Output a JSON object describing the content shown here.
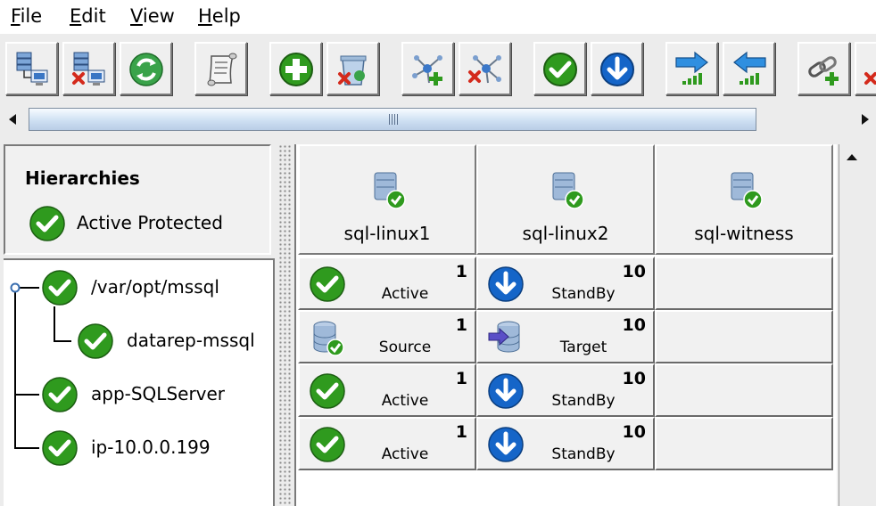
{
  "menu": {
    "file": {
      "u": "F",
      "rest": "ile"
    },
    "edit": {
      "u": "E",
      "rest": "dit"
    },
    "view": {
      "u": "V",
      "rest": "iew"
    },
    "help": {
      "u": "H",
      "rest": "elp"
    }
  },
  "toolbar": {
    "buttons": [
      {
        "name": "connect-server-button",
        "icon": "server-connect-icon"
      },
      {
        "name": "disconnect-server-button",
        "icon": "server-disconnect-icon"
      },
      {
        "name": "refresh-button",
        "icon": "refresh-recycle-icon"
      },
      {
        "name": "view-log-button",
        "icon": "scroll-log-icon"
      },
      {
        "name": "create-resource-button",
        "icon": "plus-circle-icon"
      },
      {
        "name": "delete-resource-button",
        "icon": "trash-delete-icon"
      },
      {
        "name": "extend-hierarchy-button",
        "icon": "molecule-add-icon"
      },
      {
        "name": "unextend-hierarchy-button",
        "icon": "molecule-remove-icon"
      },
      {
        "name": "in-service-button",
        "icon": "check-circle-icon"
      },
      {
        "name": "out-of-service-button",
        "icon": "arrow-down-circle-icon"
      },
      {
        "name": "increase-priority-button",
        "icon": "arrow-right-signal-icon"
      },
      {
        "name": "decrease-priority-button",
        "icon": "arrow-left-signal-icon"
      },
      {
        "name": "create-dependency-button",
        "icon": "chain-add-icon"
      },
      {
        "name": "delete-dependency-button",
        "icon": "chain-remove-icon"
      }
    ]
  },
  "hierarchies": {
    "title": "Hierarchies",
    "legend_label": "Active Protected"
  },
  "tree": [
    {
      "label": "/var/opt/mssql"
    },
    {
      "label": "datarep-mssql"
    },
    {
      "label": "app-SQLServer"
    },
    {
      "label": "ip-10.0.0.199"
    }
  ],
  "servers": [
    {
      "name": "sql-linux1"
    },
    {
      "name": "sql-linux2"
    },
    {
      "name": "sql-witness"
    }
  ],
  "grid": [
    [
      {
        "icon": "check",
        "state": "Active",
        "priority": "1"
      },
      {
        "icon": "standby",
        "state": "StandBy",
        "priority": "10"
      }
    ],
    [
      {
        "icon": "source",
        "state": "Source",
        "priority": "1"
      },
      {
        "icon": "target",
        "state": "Target",
        "priority": "10"
      }
    ],
    [
      {
        "icon": "check",
        "state": "Active",
        "priority": "1"
      },
      {
        "icon": "standby",
        "state": "StandBy",
        "priority": "10"
      }
    ],
    [
      {
        "icon": "check",
        "state": "Active",
        "priority": "1"
      },
      {
        "icon": "standby",
        "state": "StandBy",
        "priority": "10"
      }
    ]
  ],
  "colors": {
    "active_green": "#2f9a1e",
    "standby_blue": "#1565c8",
    "scroll_track": "#cfe0f3"
  }
}
